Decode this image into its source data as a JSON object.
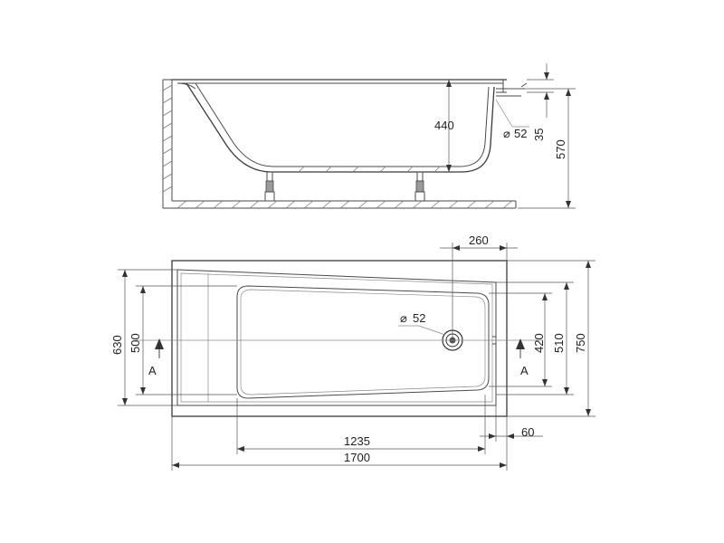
{
  "side_view": {
    "depth_dim": "440",
    "outlet_diameter": "52",
    "outlet_prefix": "⌀",
    "overflow_dim": "35",
    "height_dim": "570"
  },
  "top_view": {
    "drain_offset_dim": "260",
    "drain_diameter": "52",
    "drain_prefix": "⌀",
    "width_630": "630",
    "width_500": "500",
    "width_420": "420",
    "width_510": "510",
    "width_750": "750",
    "length_1235": "1235",
    "length_1700": "1700",
    "offset_60": "60",
    "section_left": "A",
    "section_right": "A"
  }
}
